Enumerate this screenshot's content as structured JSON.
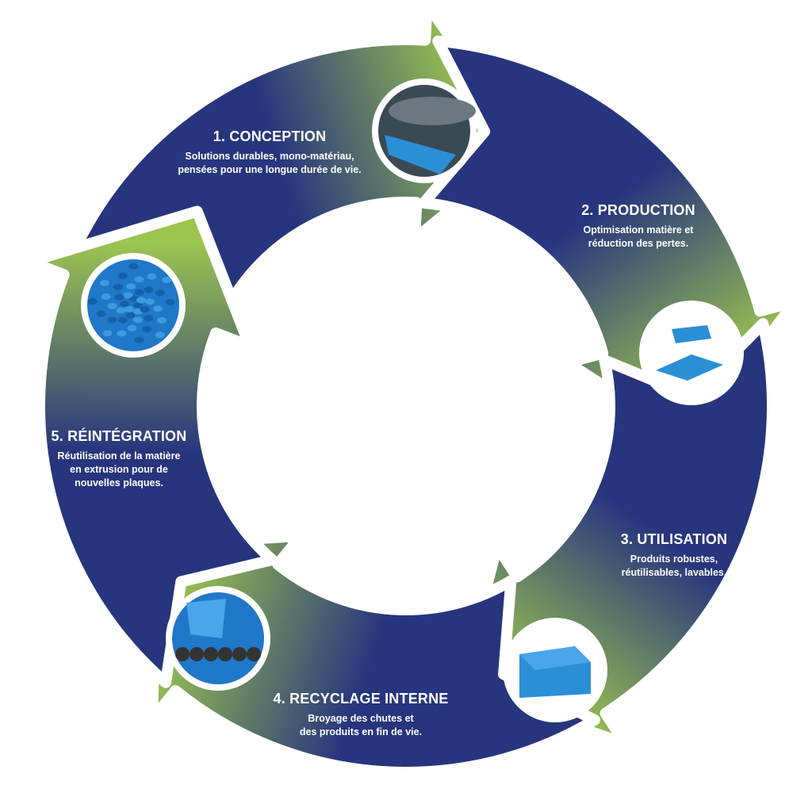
{
  "colors": {
    "dark": "#27357e",
    "light": "#9cc550",
    "photo": "#2b8fd6"
  },
  "steps": [
    {
      "title": "1.  CONCEPTION",
      "lines": [
        "Solutions durables, mono-matériau,",
        "pensées pour une longue durée de vie."
      ],
      "photo_icon": "extrusion-roller-icon"
    },
    {
      "title": "2. PRODUCTION",
      "lines": [
        "Optimisation matière et",
        "réduction des pertes."
      ],
      "photo_icon": "plastic-sheets-icon"
    },
    {
      "title": "3. UTILISATION",
      "lines": [
        "Produits robustes,",
        "réutilisables, lavables."
      ],
      "photo_icon": "plastic-box-icon"
    },
    {
      "title": "4. RECYCLAGE INTERNE",
      "lines": [
        "Broyage des chutes et",
        "des produits en fin de vie."
      ],
      "photo_icon": "shredder-icon"
    },
    {
      "title": "5. RÉINTÉGRATION",
      "lines": [
        "Réutilisation de la matière",
        "en extrusion pour de",
        "nouvelles plaques."
      ],
      "photo_icon": "plastic-granules-icon"
    }
  ]
}
